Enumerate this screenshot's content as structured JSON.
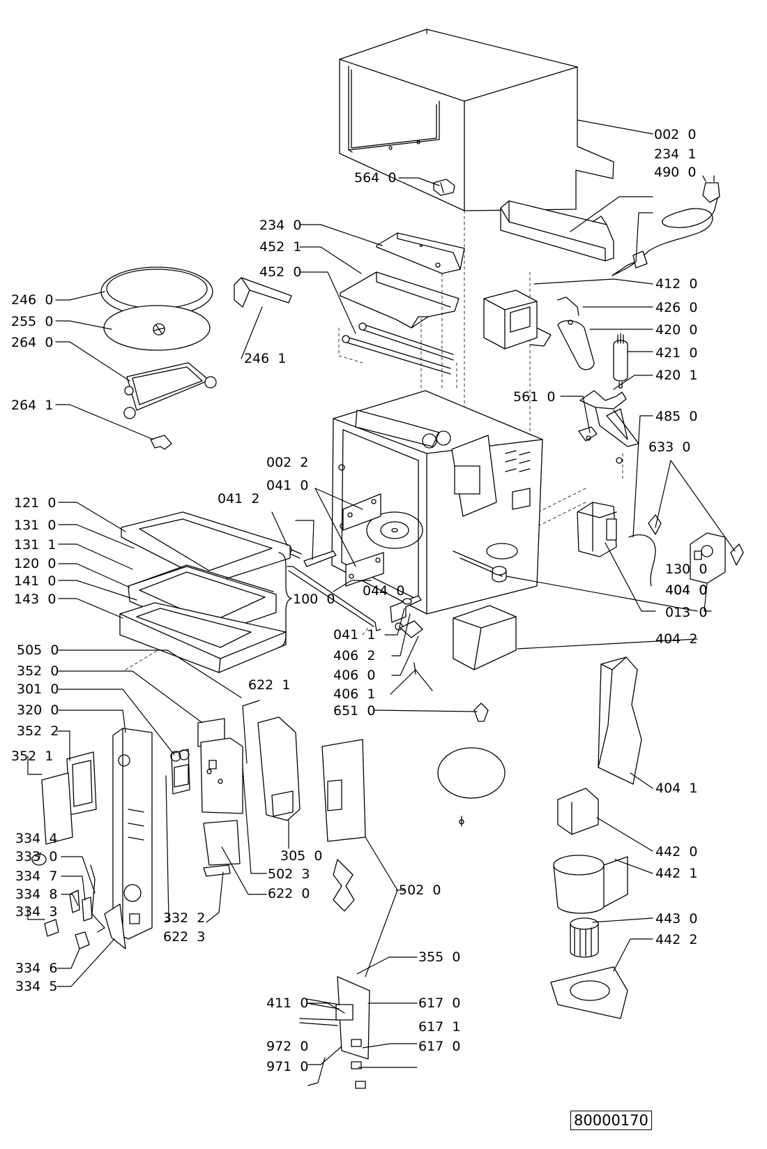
{
  "diagram": {
    "type": "exploded-parts-diagram",
    "subject": "Microwave oven assembly",
    "drawing_number": "80000170",
    "part_labels": [
      {
        "id": "002-0",
        "text": "002  0"
      },
      {
        "id": "234-1",
        "text": "234  1"
      },
      {
        "id": "490-0",
        "text": "490  0"
      },
      {
        "id": "564-0",
        "text": "564  0"
      },
      {
        "id": "234-0",
        "text": "234  0"
      },
      {
        "id": "452-1",
        "text": "452  1"
      },
      {
        "id": "452-0",
        "text": "452  0"
      },
      {
        "id": "246-0",
        "text": "246  0"
      },
      {
        "id": "255-0",
        "text": "255  0"
      },
      {
        "id": "264-0",
        "text": "264  0"
      },
      {
        "id": "246-1",
        "text": "246  1"
      },
      {
        "id": "264-1",
        "text": "264  1"
      },
      {
        "id": "412-0",
        "text": "412  0"
      },
      {
        "id": "426-0",
        "text": "426  0"
      },
      {
        "id": "420-0",
        "text": "420  0"
      },
      {
        "id": "421-0",
        "text": "421  0"
      },
      {
        "id": "420-1",
        "text": "420  1"
      },
      {
        "id": "561-0",
        "text": "561  0"
      },
      {
        "id": "485-0",
        "text": "485  0"
      },
      {
        "id": "633-0",
        "text": "633  0"
      },
      {
        "id": "002-2",
        "text": "002  2"
      },
      {
        "id": "041-0",
        "text": "041  0"
      },
      {
        "id": "041-2",
        "text": "041  2"
      },
      {
        "id": "121-0",
        "text": "121  0"
      },
      {
        "id": "131-0",
        "text": "131  0"
      },
      {
        "id": "131-1",
        "text": "131  1"
      },
      {
        "id": "120-0",
        "text": "120  0"
      },
      {
        "id": "141-0",
        "text": "141  0"
      },
      {
        "id": "143-0",
        "text": "143  0"
      },
      {
        "id": "044-0",
        "text": "044  0"
      },
      {
        "id": "100-0",
        "text": "100  0"
      },
      {
        "id": "130-0",
        "text": "130  0"
      },
      {
        "id": "404-0",
        "text": "404  0"
      },
      {
        "id": "013-0",
        "text": "013  0"
      },
      {
        "id": "041-1",
        "text": "041  1"
      },
      {
        "id": "404-2",
        "text": "404  2"
      },
      {
        "id": "406-2",
        "text": "406  2"
      },
      {
        "id": "406-0",
        "text": "406  0"
      },
      {
        "id": "406-1",
        "text": "406  1"
      },
      {
        "id": "651-0",
        "text": "651  0"
      },
      {
        "id": "505-0",
        "text": "505  0"
      },
      {
        "id": "352-0",
        "text": "352  0"
      },
      {
        "id": "301-0",
        "text": "301  0"
      },
      {
        "id": "320-0",
        "text": "320  0"
      },
      {
        "id": "352-2",
        "text": "352  2"
      },
      {
        "id": "352-1",
        "text": "352  1"
      },
      {
        "id": "622-1",
        "text": "622  1"
      },
      {
        "id": "404-1",
        "text": "404  1"
      },
      {
        "id": "334-4",
        "text": "334  4"
      },
      {
        "id": "333-0",
        "text": "333  0"
      },
      {
        "id": "334-7",
        "text": "334  7"
      },
      {
        "id": "334-8",
        "text": "334  8"
      },
      {
        "id": "334-3",
        "text": "334  3"
      },
      {
        "id": "334-6",
        "text": "334  6"
      },
      {
        "id": "334-5",
        "text": "334  5"
      },
      {
        "id": "305-0",
        "text": "305  0"
      },
      {
        "id": "502-3",
        "text": "502  3"
      },
      {
        "id": "622-0",
        "text": "622  0"
      },
      {
        "id": "332-2",
        "text": "332  2"
      },
      {
        "id": "622-3",
        "text": "622  3"
      },
      {
        "id": "502-0",
        "text": "502  0"
      },
      {
        "id": "442-0",
        "text": "442  0"
      },
      {
        "id": "442-1",
        "text": "442  1"
      },
      {
        "id": "443-0",
        "text": "443  0"
      },
      {
        "id": "442-2",
        "text": "442  2"
      },
      {
        "id": "355-0",
        "text": "355  0"
      },
      {
        "id": "411-0",
        "text": "411  0"
      },
      {
        "id": "617-0a",
        "text": "617  0"
      },
      {
        "id": "617-1",
        "text": "617  1"
      },
      {
        "id": "617-0b",
        "text": "617  0"
      },
      {
        "id": "972-0",
        "text": "972  0"
      },
      {
        "id": "971-0",
        "text": "971  0"
      }
    ]
  }
}
